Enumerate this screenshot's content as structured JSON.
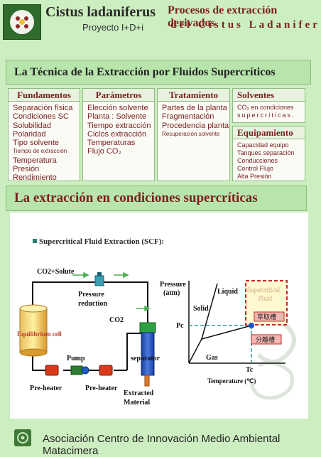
{
  "header": {
    "title_left": "Cistus ladaniferus",
    "subtitle_left": "Proyecto I+D+i",
    "title_right": "Procesos de extracción derivados",
    "subtitle_right": "del Cistus Ladanifer"
  },
  "section1": {
    "title": "La Técnica de la Extracción por Fluidos Supercríticos"
  },
  "boxes": {
    "fundamentos": {
      "title": "Fundamentos",
      "items": [
        "Separación física",
        "Condiciones SC",
        "Solubilidad",
        "Polaridad",
        "Tipo solvente",
        "Tiempo de extracción",
        "Temperatura",
        "Presión",
        "Rendimiento"
      ]
    },
    "parametros": {
      "title": "Parámetros",
      "items": [
        "Elección solvente",
        "Planta : Solvente",
        "Tiempo extracción",
        "Ciclos extracción",
        "Temperaturas",
        "Flujo CO₂"
      ]
    },
    "tratamiento": {
      "title": "Tratamiento",
      "items": [
        "Partes de la planta",
        "Fragmentación",
        "Procedencia planta",
        "Recuperación solvente"
      ]
    },
    "solventes": {
      "title": "Solventes",
      "items": [
        "CO₂ en condiciones",
        "supercríticas."
      ]
    },
    "equipamiento": {
      "title": "Equipamiento",
      "items": [
        "Capacidad equipo",
        "Tanques separación",
        "Conducciones",
        "Control Flujo",
        "Alta Presión"
      ]
    }
  },
  "section2": {
    "title": "La extracción en condiciones supercríticas"
  },
  "diagram": {
    "heading": "Supercritical Fluid Extraction  (SCF):",
    "co2_solute": "CO2+Solute",
    "pressure_reduction_1": "Pressure",
    "pressure_reduction_2": "reduction",
    "co2": "CO2",
    "equilibrium_cell": "Equilibrium cell",
    "pump": "Pump",
    "separator": "separator",
    "preheater_1": "Pre-heater",
    "preheater_2": "Pre-heater",
    "extracted_1": "Extracted",
    "extracted_2": "Material",
    "phase": {
      "y_axis_1": "Pressure",
      "y_axis_2": "(atm)",
      "liquid": "Liquid",
      "solid": "Solid",
      "gas": "Gas",
      "pc": "Pc",
      "tc": "Tc",
      "x_axis": "Temperature (℃)",
      "scf_1": "Supercritical",
      "scf_2": "Fluid",
      "cn_1": "萃取槽",
      "cn_2": "分離槽"
    }
  },
  "footer": {
    "text": "Asociación Centro de Innovación Medio Ambiental Matacimera"
  },
  "colors": {
    "background": "#cdeec0",
    "accent_red": "#7a1f1f",
    "box_border": "#8fbc83"
  }
}
